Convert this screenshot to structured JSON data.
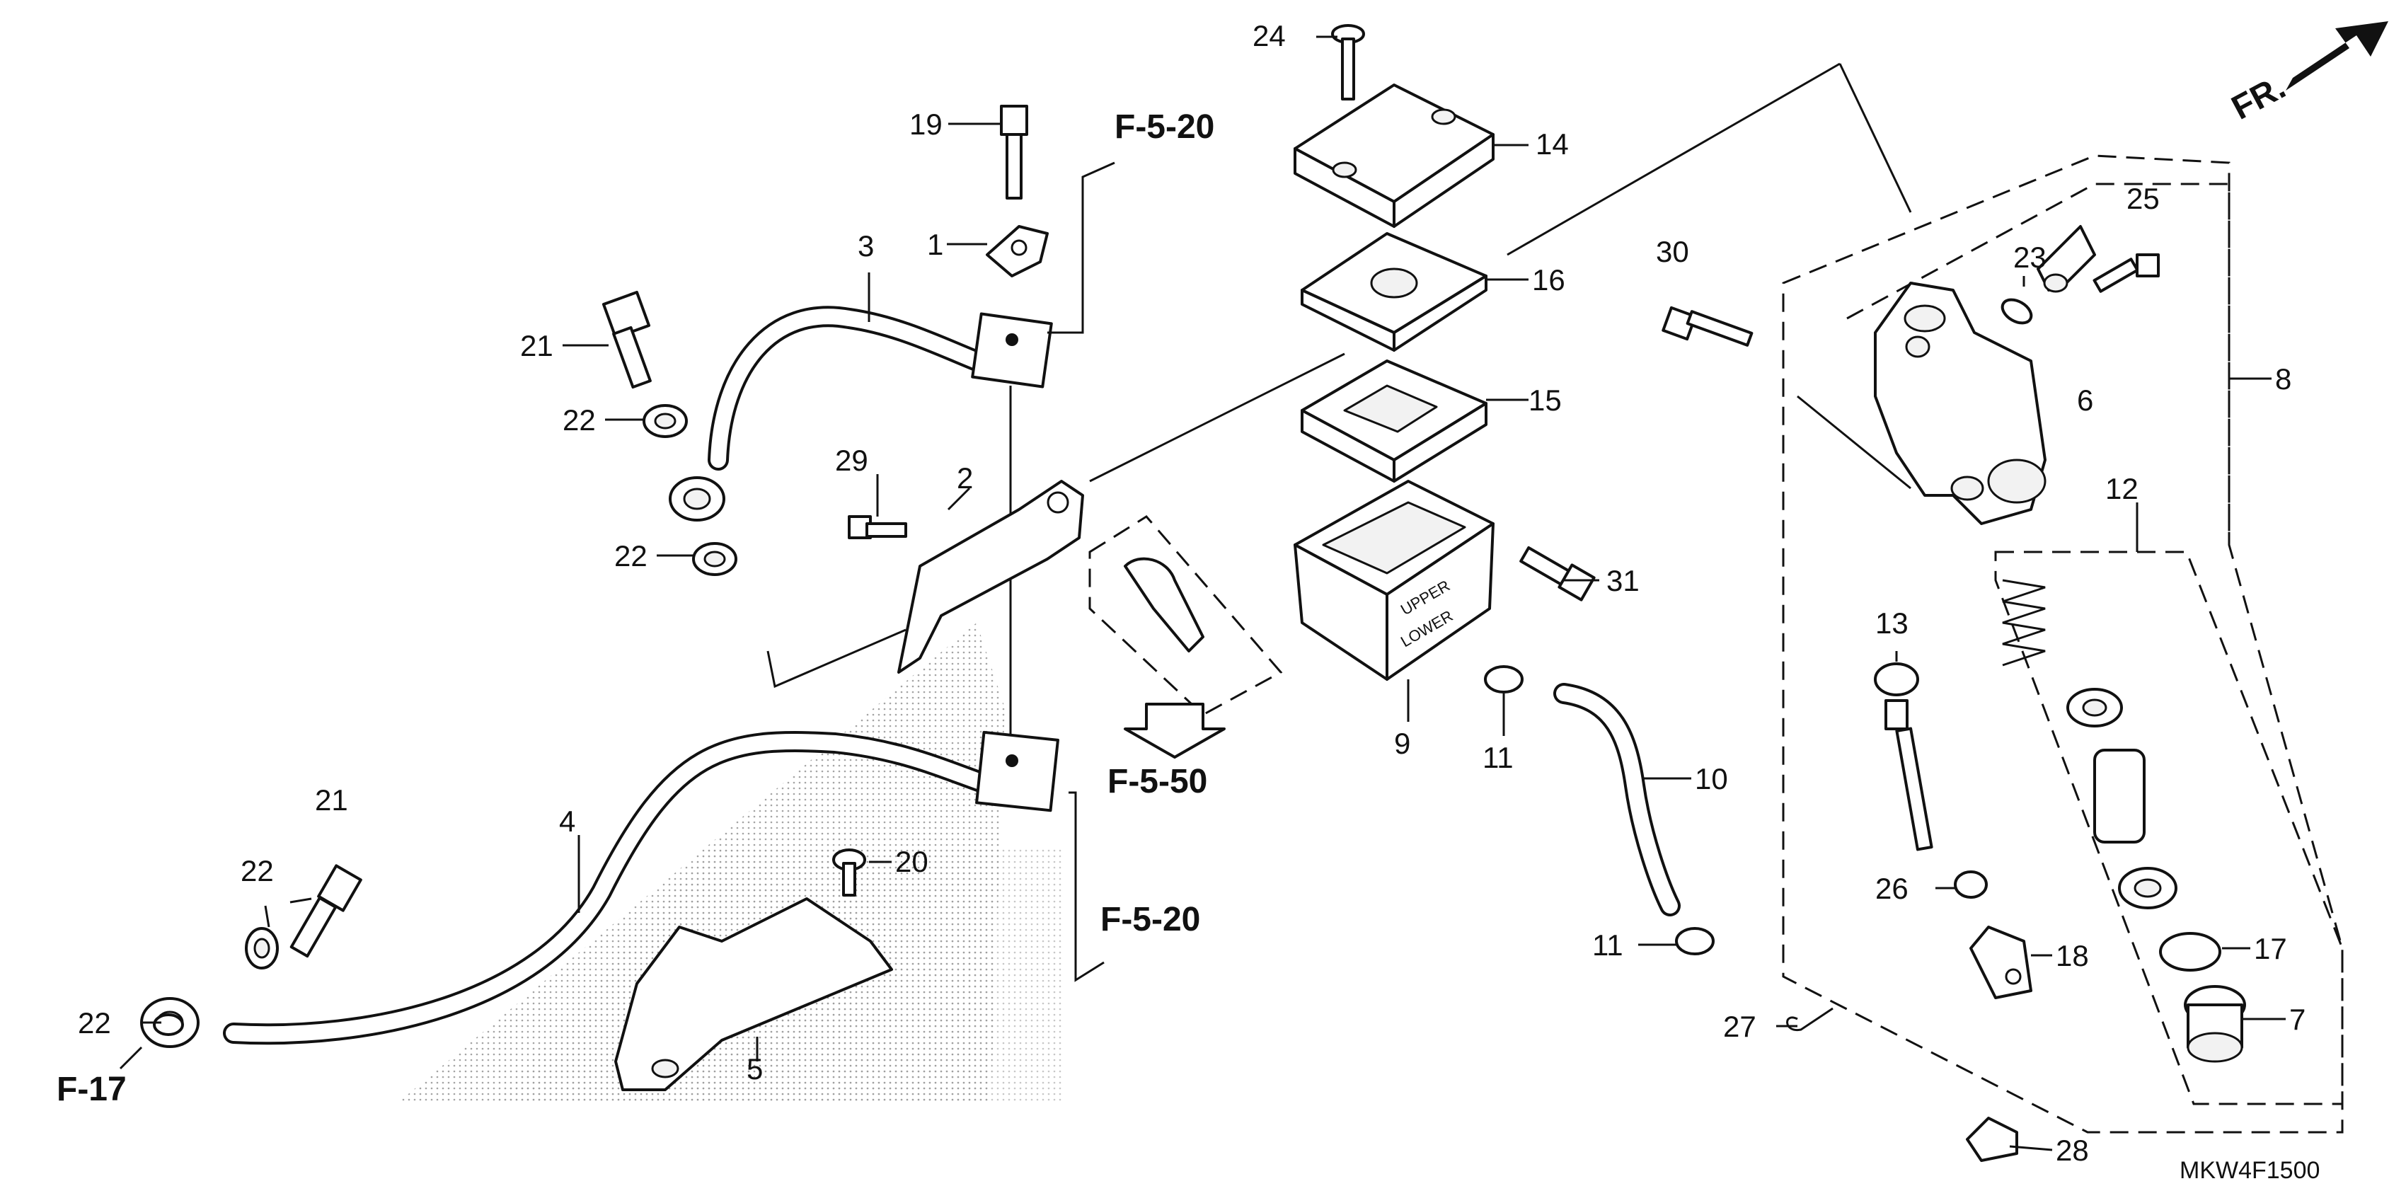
{
  "diagram": {
    "code": "MKW4F1500",
    "front_label": "FR.",
    "refs": {
      "f520_top": "F-5-20",
      "f550": "F-5-50",
      "f520_bottom": "F-5-20",
      "f17": "F-17"
    },
    "callouts": {
      "c1": "1",
      "c2": "2",
      "c3": "3",
      "c4": "4",
      "c5": "5",
      "c6": "6",
      "c7": "7",
      "c8": "8",
      "c9": "9",
      "c10": "10",
      "c11a": "11",
      "c11b": "11",
      "c12": "12",
      "c13": "13",
      "c14": "14",
      "c15": "15",
      "c16": "16",
      "c17": "17",
      "c18": "18",
      "c19": "19",
      "c20": "20",
      "c21a": "21",
      "c21b": "21",
      "c22a": "22",
      "c22b": "22",
      "c22c": "22",
      "c22d": "22",
      "c23": "23",
      "c24": "24",
      "c25": "25",
      "c26": "26",
      "c27": "27",
      "c28": "28",
      "c29": "29",
      "c30": "30",
      "c31": "31"
    },
    "reservoir_labels": {
      "upper": "UPPER",
      "lower": "LOWER"
    }
  }
}
